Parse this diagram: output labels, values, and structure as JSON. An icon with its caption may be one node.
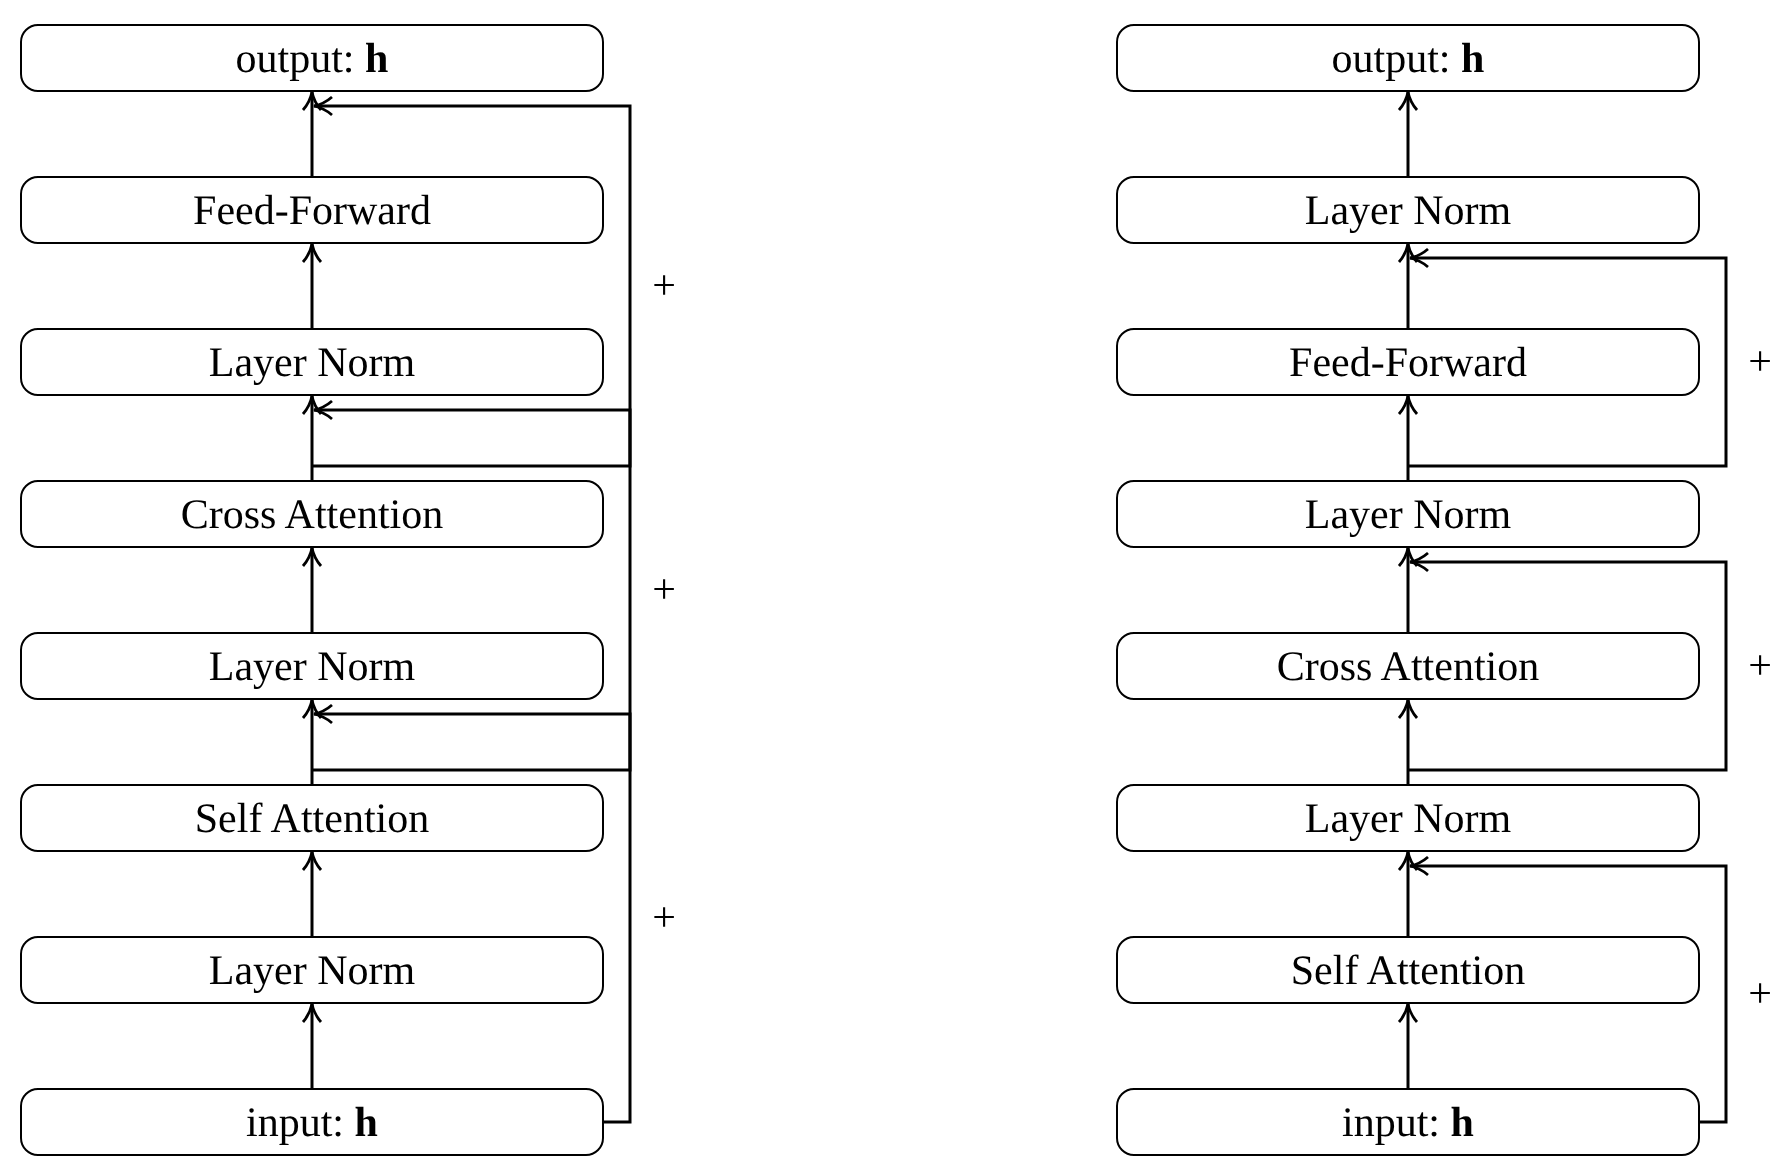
{
  "diagram": {
    "nodes": [
      {
        "text": [
          "output: **h**"
        ]
      },
      {
        "text": [
          "Feed-Forward"
        ]
      },
      {
        "text": [
          "Layer Norm"
        ]
      },
      {
        "text": [
          "Cross Attention"
        ]
      },
      {
        "text": [
          "Layer Norm"
        ]
      },
      {
        "text": [
          "Self Attention"
        ]
      },
      {
        "text": [
          "Layer Norm"
        ]
      },
      {
        "text": [
          "input: **h**"
        ]
      },
      {
        "text": [
          "output: **h**"
        ]
      },
      {
        "text": [
          "Layer Norm"
        ]
      },
      {
        "text": [
          "Feed-Forward"
        ]
      },
      {
        "text": [
          "Layer Norm"
        ]
      },
      {
        "text": [
          "Cross Attention"
        ]
      },
      {
        "text": [
          "Layer Norm"
        ]
      },
      {
        "text": [
          "Self Attention"
        ]
      },
      {
        "text": [
          "input: **h**"
        ]
      }
    ],
    "edges": [
      {
        "from": 7,
        "to": 6,
        "arrow": "to"
      },
      {
        "from": 6,
        "to": 5,
        "arrow": "to"
      },
      {
        "from": 5,
        "to": 4,
        "arrow": "to"
      },
      {
        "from": 4,
        "to": 3,
        "arrow": "to"
      },
      {
        "from": 3,
        "to": 2,
        "arrow": "to"
      },
      {
        "from": 2,
        "to": 1,
        "arrow": "to"
      },
      {
        "from": 1,
        "to": 0,
        "arrow": "to"
      },
      {
        "from": 7,
        "to": 4,
        "arrow": "to",
        "label": "+"
      },
      {
        "from": 5,
        "to": 2,
        "arrow": "to",
        "label": "+"
      },
      {
        "from": 3,
        "to": 0,
        "arrow": "to",
        "label": "+"
      },
      {
        "from": 15,
        "to": 14,
        "arrow": "to"
      },
      {
        "from": 14,
        "to": 13,
        "arrow": "to"
      },
      {
        "from": 13,
        "to": 12,
        "arrow": "to"
      },
      {
        "from": 12,
        "to": 11,
        "arrow": "to"
      },
      {
        "from": 11,
        "to": 10,
        "arrow": "to"
      },
      {
        "from": 10,
        "to": 9,
        "arrow": "to"
      },
      {
        "from": 9,
        "to": 8,
        "arrow": "to"
      },
      {
        "from": 15,
        "to": 13,
        "arrow": "to",
        "label": "+"
      },
      {
        "from": 13,
        "to": 11,
        "arrow": "to",
        "label": "+"
      },
      {
        "from": 11,
        "to": 9,
        "arrow": "to",
        "label": "+"
      }
    ]
  }
}
